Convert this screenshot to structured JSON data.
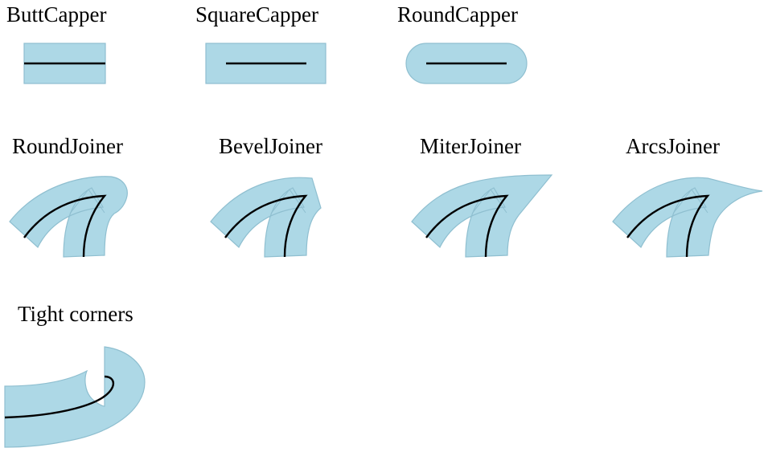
{
  "cappers": [
    {
      "label": "ButtCapper"
    },
    {
      "label": "SquareCapper"
    },
    {
      "label": "RoundCapper"
    }
  ],
  "joiners": [
    {
      "label": "RoundJoiner"
    },
    {
      "label": "BevelJoiner"
    },
    {
      "label": "MiterJoiner"
    },
    {
      "label": "ArcsJoiner"
    }
  ],
  "tight": {
    "label": "Tight corners"
  },
  "colors": {
    "fill": "#add8e6",
    "outline": "#8fbfd0",
    "line": "#000000"
  }
}
